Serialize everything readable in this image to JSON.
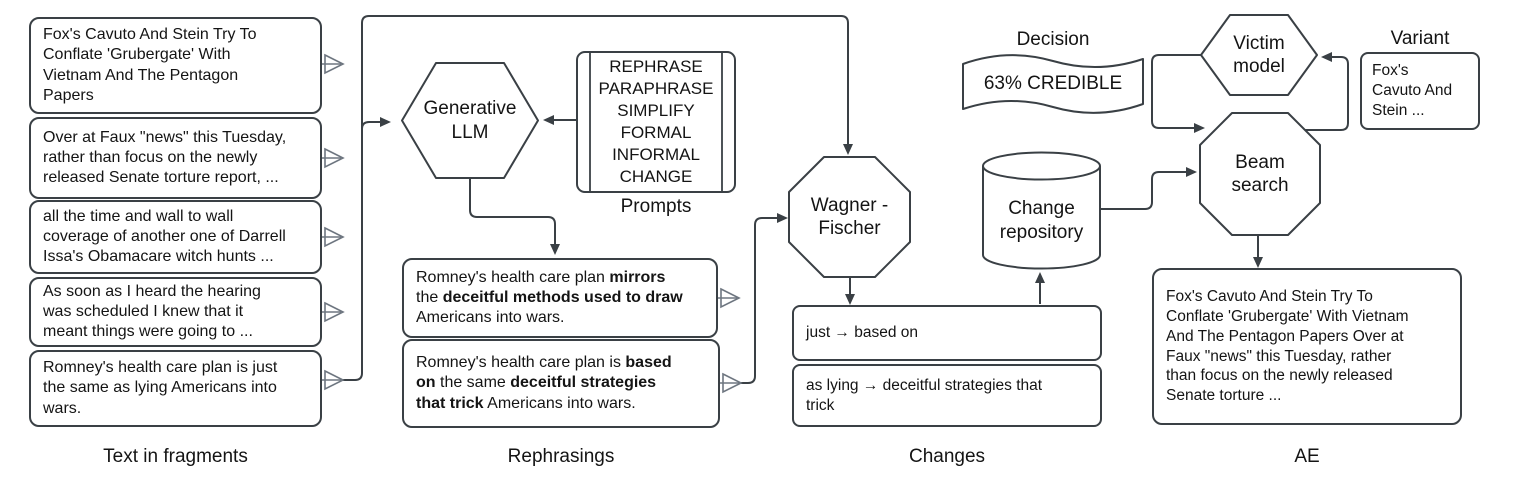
{
  "diagram": {
    "colors": {
      "stroke": "#3a4045",
      "chevron_stroke": "#6e7680",
      "text": "#141414",
      "background": "#ffffff"
    },
    "captions": {
      "fragments": "Text in fragments",
      "rephrasings": "Rephrasings",
      "changes": "Changes",
      "ae": "AE",
      "prompts": "Prompts",
      "decision": "Decision",
      "variant": "Variant"
    },
    "fragments": [
      {
        "text": "Fox's Cavuto And Stein Try To\nConflate 'Grubergate' With\nVietnam And The Pentagon\nPapers"
      },
      {
        "text": "Over at Faux \"news\" this Tuesday,\nrather than focus on the newly\nreleased Senate torture report, ..."
      },
      {
        "text": "all the time and wall to wall\ncoverage of another one of Darrell\nIssa's Obamacare witch hunts ..."
      },
      {
        "text": "As soon as I heard the hearing\nwas scheduled I knew that it\nmeant things were going to ..."
      },
      {
        "text": "Romney's health care plan is just\nthe same as lying Americans into\nwars."
      }
    ],
    "llm_label": "Generative\nLLM",
    "prompt_list": "REPHRASE\nPARAPHRASE\nSIMPLIFY\nFORMAL\nINFORMAL\nCHANGE",
    "rephrasings": [
      {
        "segments": [
          {
            "t": "Romney's health care plan "
          },
          {
            "t": "mirrors",
            "b": true
          },
          {
            "t": "\nthe "
          },
          {
            "t": "deceitful methods used to draw",
            "b": true
          },
          {
            "t": "\nAmericans into wars."
          }
        ]
      },
      {
        "segments": [
          {
            "t": "Romney's health care plan is "
          },
          {
            "t": "based\non",
            "b": true
          },
          {
            "t": " the same "
          },
          {
            "t": "deceitful strategies\nthat trick",
            "b": true
          },
          {
            "t": " Americans into wars."
          }
        ]
      }
    ],
    "wagner_fischer_label": "Wagner -\nFischer",
    "changes": [
      {
        "text": "just  →  based on"
      },
      {
        "text": "as lying  →  deceitful strategies that\ntrick"
      }
    ],
    "change_repository_label": "Change\nrepository",
    "decision_value": "63% CREDIBLE",
    "victim_model_label": "Victim\nmodel",
    "variant_text": "Fox's\nCavuto And\nStein ...",
    "beam_search_label": "Beam\nsearch",
    "ae_text": "Fox's Cavuto And Stein Try To\nConflate 'Grubergate' With Vietnam\nAnd The Pentagon Papers Over at\nFaux \"news\" this Tuesday, rather\nthan focus on the newly released\nSenate torture ..."
  }
}
